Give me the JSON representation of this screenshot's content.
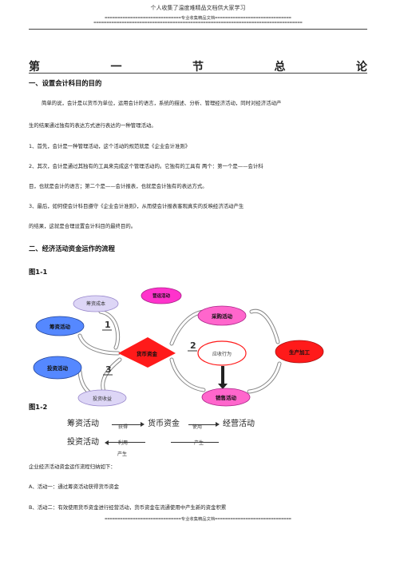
{
  "header": {
    "line1": "个人收集了温度难精品文档供大家学习",
    "line2": "==============================专业收集精品文档==============================",
    "line3": "=================================================================================="
  },
  "title_chars": [
    "第",
    "一",
    "节",
    "总",
    "论"
  ],
  "sections": {
    "s1_heading": "一、设置会计科目的目的",
    "p1_line1": "简单的说，会计是以货币为单位，运用会计的语言，系统的描述、分析、管理经济活动，同时对经济活动产",
    "p1_line2": "生的结果通过独有的表达方式进行表达的一种管理活动。",
    "p2": "1、首先，会计是一种管理活动，这个活动的规范就是《企业会计准则》",
    "p3_line1": "2、其次，会计是通过其独有的工具来完成这个管理活动的。它独有的工具有      两个：第一个是——会计科",
    "p3_line2": "目，也就是会计的语言；第二个是——会计报表，也就是会计独有的表达方式。",
    "p4_line1": "3、最后，如何使会计科目遵守《企业会计准则》，从而使会计报表客观真实的反映经济活动产生",
    "p4_line2": "的结果，这就是合理设置会计科目的最终目的。",
    "s2_heading": "二、经济活动资金运作的流程"
  },
  "figure1": {
    "label": "图1-1",
    "nodes": {
      "raise": "筹资活动",
      "raise_cost": "筹资成本",
      "operate": "营运活动",
      "cash": "货币资金",
      "purchase": "采购活动",
      "receivable": "应收行为",
      "produce": "生产加工",
      "invest": "投资活动",
      "invest_income": "投资收益",
      "sales": "销售活动"
    },
    "numbers": [
      "1",
      "2",
      "3"
    ]
  },
  "figure2": {
    "label": "图1-2",
    "raise": "筹资活动",
    "obtain": "获得",
    "cash": "货币资金",
    "use": "使用",
    "operate": "经营活动",
    "invest": "投资活动",
    "utilize": "利用",
    "produce1": "产生",
    "produce2": "产生"
  },
  "summary": {
    "intro": "企业经济活动资金运作流程归纳如下：",
    "a": "A、活动一：通过筹资活动获得货币资金",
    "b": "B、活动二：有效使用货币资金进行经营活动，货币资金在流通使用中产生新的资金积累"
  },
  "footer": {
    "line": "==============================专业收集精品文档=============================="
  },
  "colors": {
    "pink": "#ff66cc",
    "magenta": "#ff33cc",
    "red": "#ff1a1a",
    "blue": "#4d88ff",
    "lavender": "#c9c0f0",
    "arrow_grey": "#888888"
  }
}
